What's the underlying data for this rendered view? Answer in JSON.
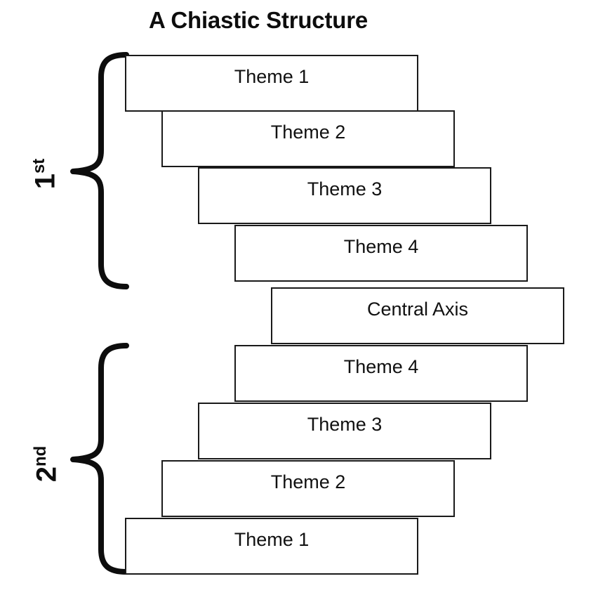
{
  "title": "A Chiastic Structure",
  "diagram": {
    "type": "chiasm-cascade",
    "half_labels": [
      {
        "id": "first-half",
        "number": "1",
        "ordinal_suffix": "st"
      },
      {
        "id": "second-half",
        "number": "2",
        "ordinal_suffix": "nd"
      }
    ],
    "boxes": [
      {
        "id": "upper-theme-1",
        "label": "Theme 1",
        "half": "1st",
        "order": 1
      },
      {
        "id": "upper-theme-2",
        "label": "Theme 2",
        "half": "1st",
        "order": 2
      },
      {
        "id": "upper-theme-3",
        "label": "Theme 3",
        "half": "1st",
        "order": 3
      },
      {
        "id": "upper-theme-4",
        "label": "Theme 4",
        "half": "1st",
        "order": 4
      },
      {
        "id": "central-axis",
        "label": "Central Axis",
        "half": "center",
        "order": 5
      },
      {
        "id": "lower-theme-4",
        "label": "Theme 4",
        "half": "2nd",
        "order": 6
      },
      {
        "id": "lower-theme-3",
        "label": "Theme 3",
        "half": "2nd",
        "order": 7
      },
      {
        "id": "lower-theme-2",
        "label": "Theme 2",
        "half": "2nd",
        "order": 8
      },
      {
        "id": "lower-theme-1",
        "label": "Theme 1",
        "half": "2nd",
        "order": 9
      }
    ],
    "colors": {
      "stroke": "#1a1a1a",
      "fill": "#ffffff",
      "text": "#111111",
      "background": "#ffffff"
    }
  }
}
